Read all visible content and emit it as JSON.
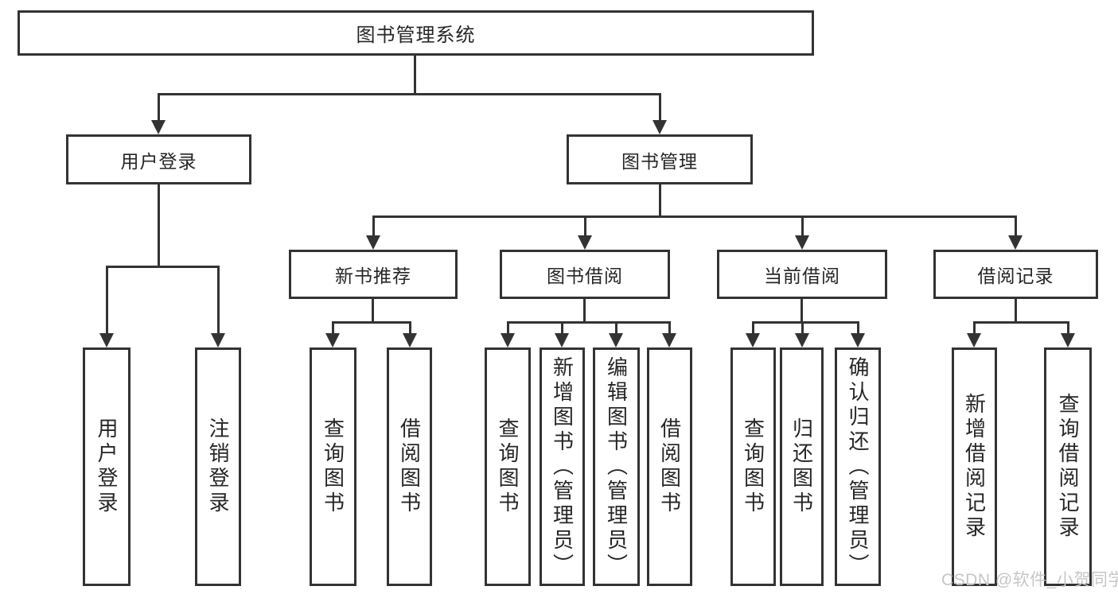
{
  "nodes": {
    "root": "图书管理系统",
    "level2": [
      "用户登录",
      "图书管理"
    ],
    "level3": [
      "新书推荐",
      "图书借阅",
      "当前借阅",
      "借阅记录"
    ],
    "leaves": [
      "用户登录",
      "注销登录",
      "查询图书",
      "借阅图书",
      "查询图书",
      "新增图书（管理员）",
      "编辑图书（管理员）",
      "借阅图书",
      "查询图书",
      "归还图书",
      "确认归还（管理员）",
      "新增借阅记录",
      "查询借阅记录"
    ]
  },
  "watermark": "CSDN @软件_小贺同学",
  "colors": {
    "line": "#333333",
    "text": "#262626",
    "background": "#ffffff",
    "watermark": "#c6c6c6"
  }
}
